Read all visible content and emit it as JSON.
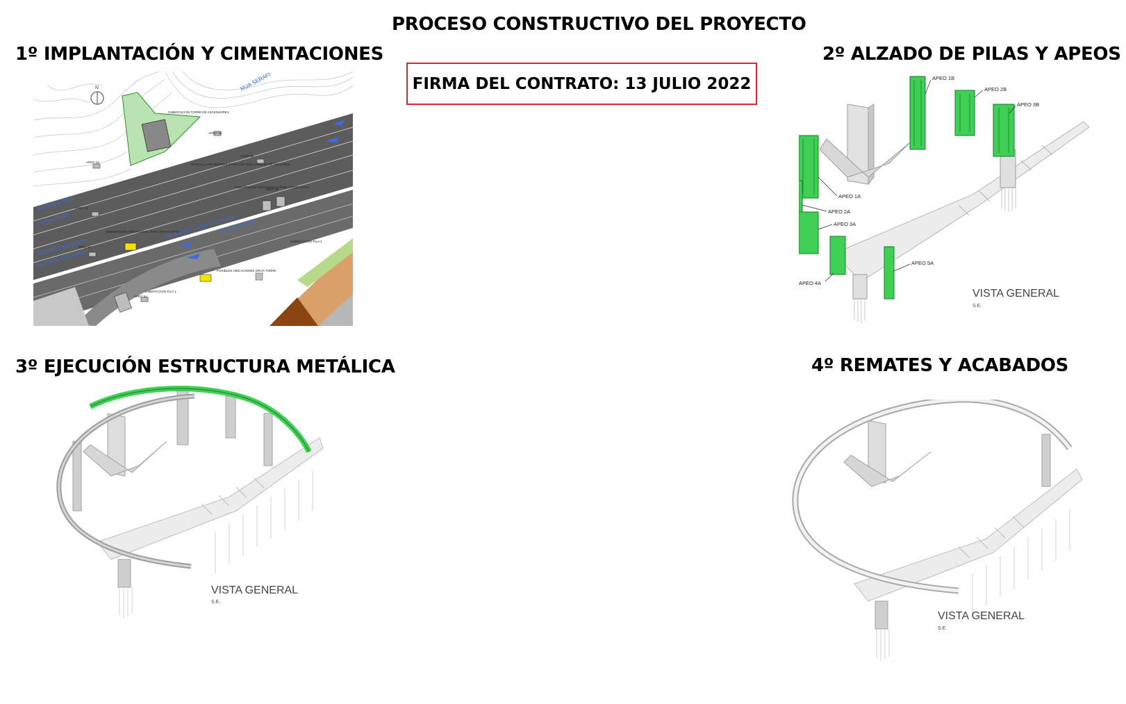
{
  "title": "PROCESO CONSTRUCTIVO DEL PROYECTO",
  "contract_box": "FIRMA DEL CONTRATO: 13 JULIO 2022",
  "steps": [
    {
      "heading": "1º IMPLANTACIÓN Y CIMENTACIONES",
      "plan_labels": {
        "north": "N",
        "street": "RUA SERAFI",
        "tower_foundation": "CIMENTACIÓN TORRE DE ASCENSORES",
        "apeo_1b": "APEO 1B",
        "apeo_1a": "APEO 1A",
        "apeo_3b": "APEO 3B",
        "apeo_2b": "APEO 2B",
        "apeo_3a": "APEO 3A",
        "apeo_4a": "APEO 4A",
        "apeo_5a": "APEO 5A",
        "micropile_screen": "PANTALLA DE MICROPILOTES CON TRES NIVELES DE ANCLAJES",
        "temp_foundation_tower": "CIMENTACIÓN PROVISIONAL PARA APOYO GRÚA",
        "temp_foundation_crane": "CIMENTACIÓN PROVISIONAL PARA APOYO GRÚA",
        "foundation_pila2": "CIMENTACIÓN PILA 2",
        "foundation_pila1": "CIMENTACIÓN PILA 1",
        "crane_locations": "POSIBLES UBICACIONES GRÚA TORRE",
        "access_vigo": "ACCESO A VIGO",
        "exit_vigo": "SALIDA A VIGO",
        "tunnel_exit": "SALIDA DEL TÚNEL O LEPANTO",
        "station_access": "ACCESO A ESTACIÓN",
        "station_exit": "SALIDA DE ESTACIÓN",
        "track_access": "ACCESO A VIAS"
      }
    },
    {
      "heading": "2º ALZADO DE PILAS Y APEOS",
      "labels": [
        "APEO 1B",
        "APEO 2B",
        "APEO 3B",
        "APEO 1A",
        "APEO 2A",
        "APEO 3A",
        "APEO 4A",
        "APEO 5A"
      ],
      "view_label": "VISTA GENERAL",
      "scale": "S.E."
    },
    {
      "heading": "3º EJECUCIÓN ESTRUCTURA METÁLICA",
      "view_label": "VISTA GENERAL",
      "scale": "S.E."
    },
    {
      "heading": "4º REMATES Y ACABADOS",
      "view_label": "VISTA GENERAL",
      "scale": "S.E."
    }
  ],
  "colors": {
    "highlight_green": "#3fcf54",
    "contract_border": "#d9262a",
    "road_dark": "#555555",
    "route_blue": "#2f5fd6",
    "crane_yellow": "#f2e200",
    "site_orange": "#d9a06a",
    "grass_green": "#b7d98a"
  }
}
